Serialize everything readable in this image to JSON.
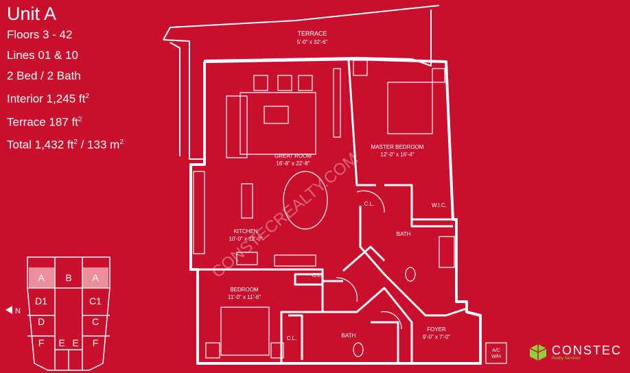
{
  "info": {
    "title": "Unit A",
    "floors": "Floors 3 - 42",
    "lines": "Lines 01 & 10",
    "beds": "2 Bed / 2 Bath",
    "interior_prefix": "Interior 1,245 ft",
    "terrace_prefix": "Terrace 187 ft",
    "total_prefix": "Total 1,432 ft",
    "total_mid": " / 133 m",
    "sup": "2"
  },
  "rooms": {
    "terrace": {
      "name": "TERRACE",
      "dims": "5'-0\" x 32'-6\""
    },
    "great_room": {
      "name": "GREAT ROOM",
      "dims": "16'-8\" x 22'-8\""
    },
    "master_bedroom": {
      "name": "MASTER BEDROOM",
      "dims": "12'-0\" x 16'-4\""
    },
    "kitchen": {
      "name": "KITCHEN",
      "dims": "10'-0\" x 12'-0\""
    },
    "bedroom": {
      "name": "BEDROOM",
      "dims": "11'-0\" x 11'-6\""
    },
    "foyer": {
      "name": "FOYER",
      "dims": "9'-0\" x 7'-0\""
    },
    "bath_master": "BATH",
    "bath_second": "BATH",
    "closet": "C.L.",
    "wic": "W.I.C.",
    "ac": "A/C",
    "wh": "W/H"
  },
  "watermark": "CONSTECREALTY.COM",
  "keyplan": {
    "labels": [
      "A",
      "B",
      "A",
      "D1",
      "C1",
      "D",
      "C",
      "F",
      "E",
      "E",
      "F"
    ],
    "north": "N"
  },
  "brand": {
    "name": "CONSTEC",
    "sub": "Realty Services",
    "accent": "#8ed13b"
  },
  "colors": {
    "background": "#c8102e",
    "highlight": "#e9909c",
    "line": "#ffffff"
  }
}
